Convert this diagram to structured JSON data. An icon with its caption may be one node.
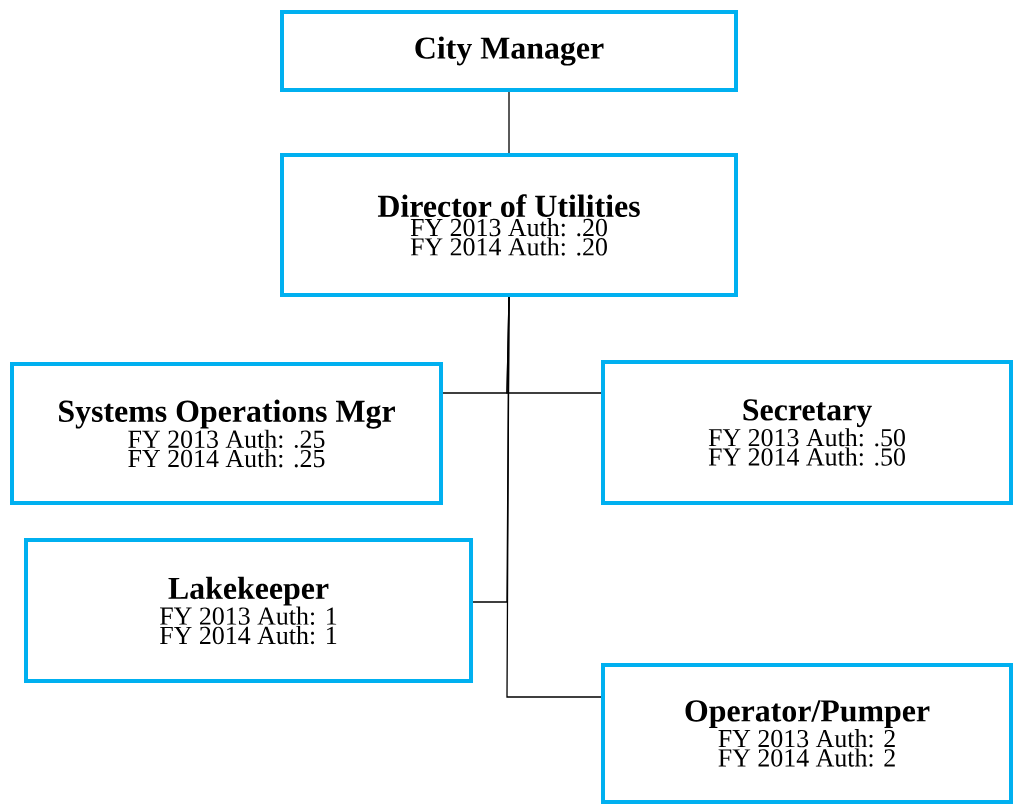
{
  "diagram": {
    "nodes": [
      {
        "text": [
          "City Manager"
        ]
      },
      {
        "text": [
          "Director of Utilities",
          "FY 2013 Auth: .20",
          "FY 2014 Auth: .20"
        ]
      },
      {
        "text": [
          "Systems Operations Mgr",
          "FY 2013 Auth: .25",
          "FY 2014 Auth: .25"
        ]
      },
      {
        "text": [
          "Secretary",
          "FY 2013 Auth: .50",
          "FY 2014 Auth: .50"
        ]
      },
      {
        "text": [
          "Lakekeeper",
          "FY 2013 Auth: 1",
          "FY 2014 Auth: 1"
        ]
      },
      {
        "text": [
          "Operator/Pumper",
          "FY 2013 Auth: 2",
          "FY 2014 Auth: 2"
        ]
      }
    ],
    "edges": [
      {
        "from": 0,
        "to": 1,
        "arrow": "none"
      },
      {
        "from": 1,
        "to": 2,
        "arrow": "none"
      },
      {
        "from": 1,
        "to": 3,
        "arrow": "none"
      },
      {
        "from": 1,
        "to": 4,
        "arrow": "none"
      },
      {
        "from": 1,
        "to": 5,
        "arrow": "none"
      }
    ]
  }
}
